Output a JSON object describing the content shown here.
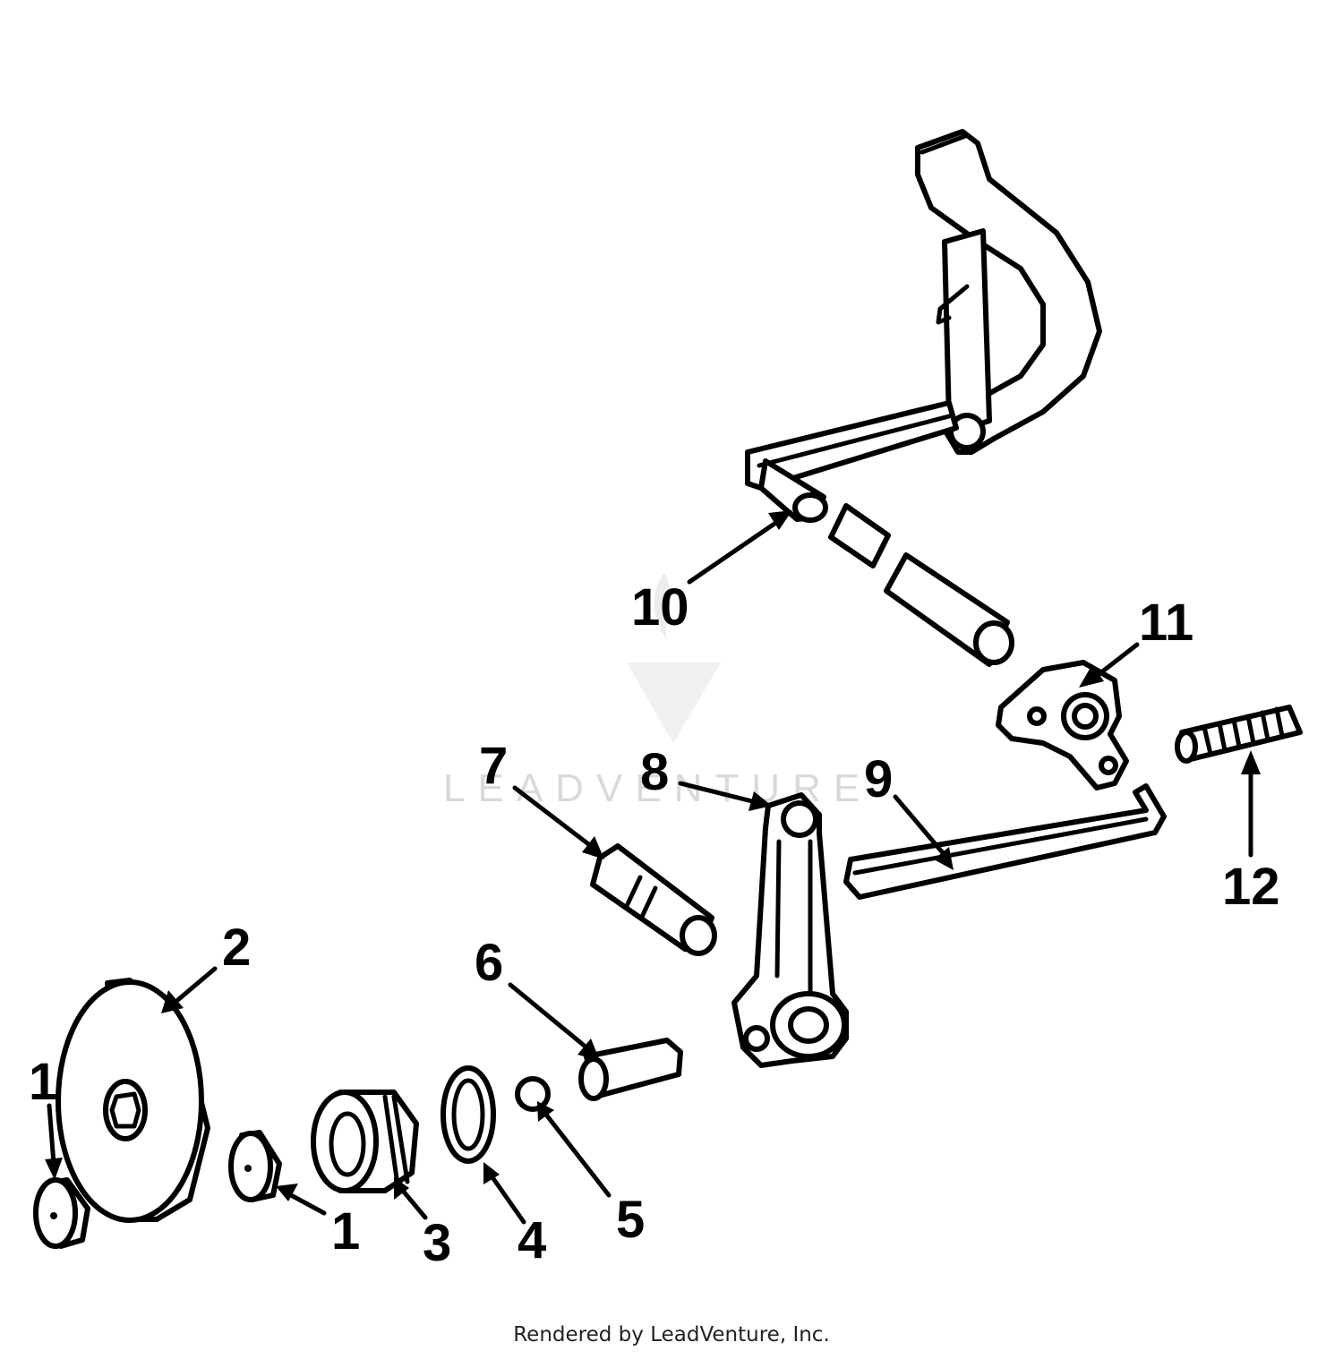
{
  "credit": "Rendered by LeadVenture, Inc.",
  "watermark": "LEADVENTURE",
  "colors": {
    "line": "#000000",
    "background": "#ffffff",
    "watermark": "#d9d9d9"
  },
  "callouts": [
    "1",
    "2",
    "1",
    "3",
    "4",
    "5",
    "6",
    "7",
    "8",
    "9",
    "10",
    "11",
    "12"
  ]
}
